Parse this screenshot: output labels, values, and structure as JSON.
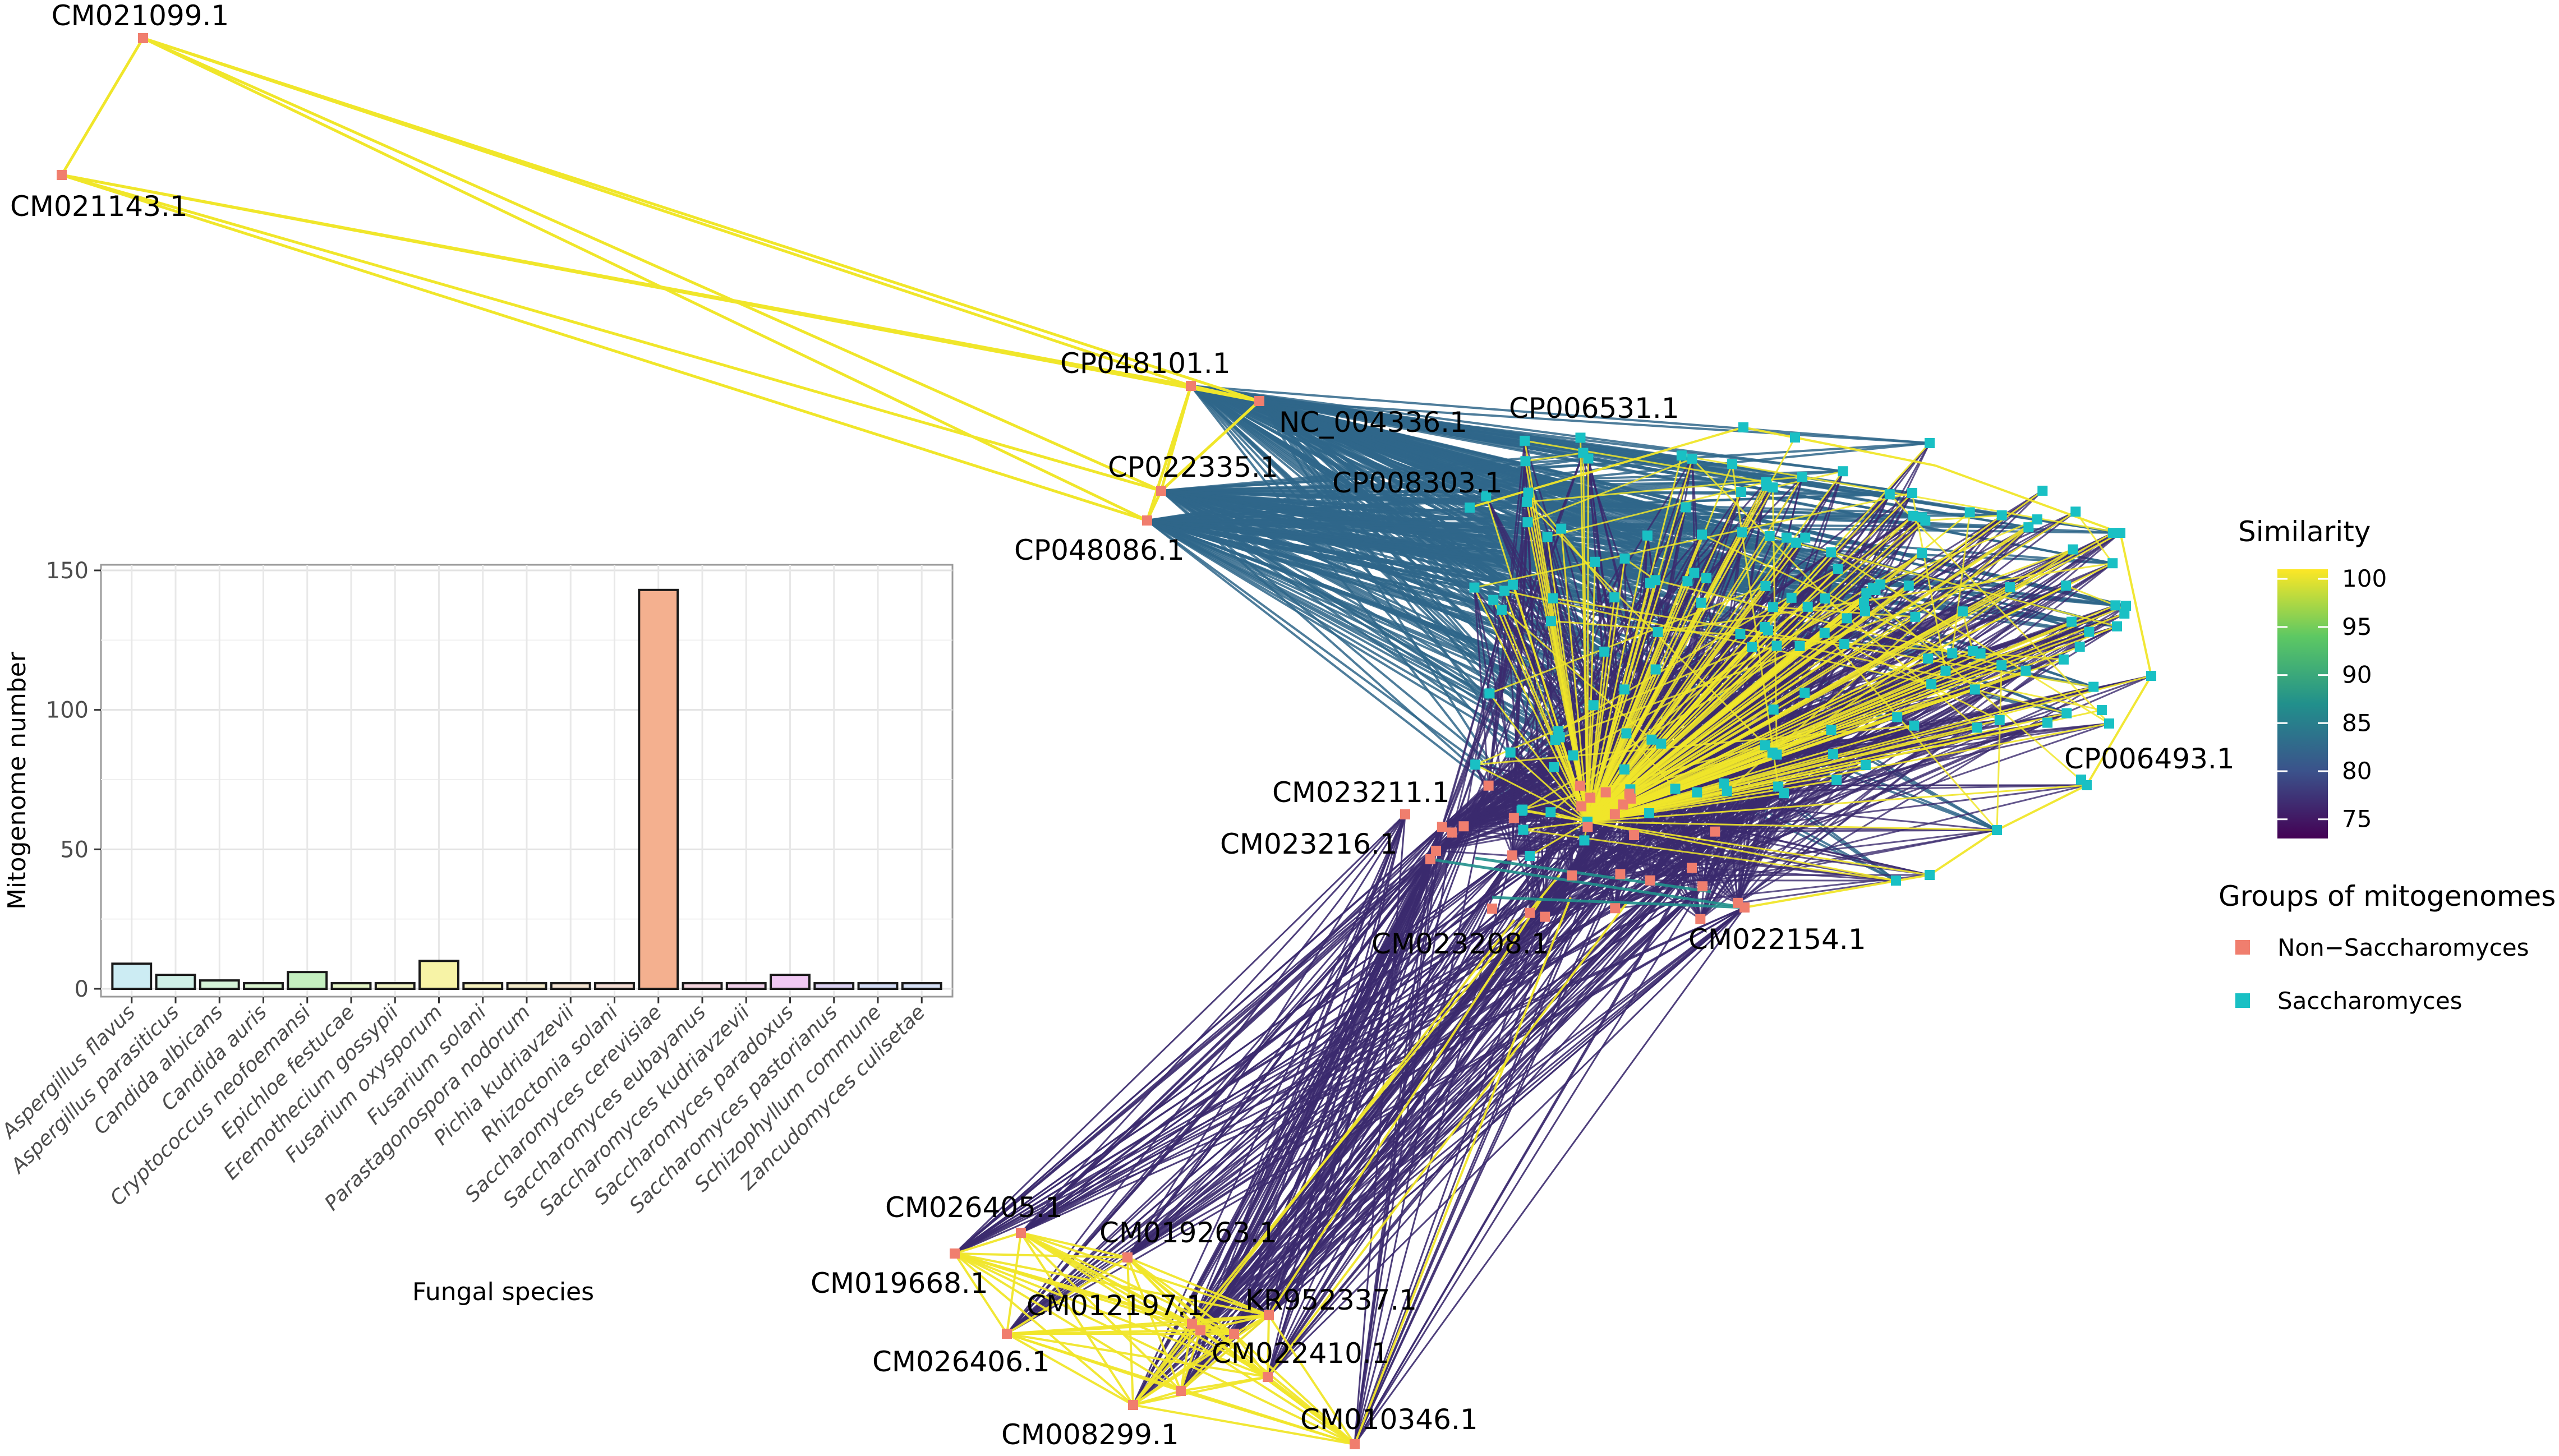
{
  "chart_data": [
    {
      "type": "network",
      "nodes": [
        {
          "id": "CM021099.1",
          "group": "Non-Saccharomyces",
          "labeled": true
        },
        {
          "id": "CM021143.1",
          "group": "Non-Saccharomyces",
          "labeled": true
        },
        {
          "id": "CP048101.1",
          "group": "Non-Saccharomyces",
          "labeled": true
        },
        {
          "id": "NC_004336.1",
          "group": "Non-Saccharomyces",
          "labeled": true
        },
        {
          "id": "CP022335.1",
          "group": "Non-Saccharomyces",
          "labeled": true
        },
        {
          "id": "CP048086.1",
          "group": "Non-Saccharomyces",
          "labeled": true
        },
        {
          "id": "CP006531.1",
          "group": "Saccharomyces",
          "labeled": true
        },
        {
          "id": "CP008303.1",
          "group": "Saccharomyces",
          "labeled": true
        },
        {
          "id": "CP006493.1",
          "group": "Saccharomyces",
          "labeled": true
        },
        {
          "id": "CM023211.1",
          "group": "Non-Saccharomyces",
          "labeled": true
        },
        {
          "id": "CM023216.1",
          "group": "Non-Saccharomyces",
          "labeled": true
        },
        {
          "id": "CM023208.1",
          "group": "Non-Saccharomyces",
          "labeled": true
        },
        {
          "id": "CM022154.1",
          "group": "Non-Saccharomyces",
          "labeled": true
        },
        {
          "id": "CM026405.1",
          "group": "Non-Saccharomyces",
          "labeled": true
        },
        {
          "id": "CM019263.1",
          "group": "Non-Saccharomyces",
          "labeled": true
        },
        {
          "id": "CM019668.1",
          "group": "Non-Saccharomyces",
          "labeled": true
        },
        {
          "id": "CM012197.1",
          "group": "Non-Saccharomyces",
          "labeled": true
        },
        {
          "id": "KR952337.1",
          "group": "Non-Saccharomyces",
          "labeled": true
        },
        {
          "id": "CM022410.1",
          "group": "Non-Saccharomyces",
          "labeled": true
        },
        {
          "id": "CM026406.1",
          "group": "Non-Saccharomyces",
          "labeled": true
        },
        {
          "id": "CM008299.1",
          "group": "Non-Saccharomyces",
          "labeled": true
        },
        {
          "id": "CM010346.1",
          "group": "Non-Saccharomyces",
          "labeled": true
        }
      ],
      "edge_color_scale": {
        "title": "Similarity",
        "min": 73,
        "max": 101,
        "ticks": [
          100,
          95,
          90,
          85,
          80,
          75
        ],
        "tick_labels": [
          "100",
          "95",
          "90",
          "85",
          "80",
          "75"
        ],
        "palette": [
          "#440154",
          "#3b528b",
          "#21908c",
          "#5dc863",
          "#fde725"
        ]
      },
      "group_legend": {
        "title": "Groups of mitogenomes",
        "items": [
          {
            "label": "Non−Saccharomyces",
            "color": "#f07e6e"
          },
          {
            "label": "Saccharomyces",
            "color": "#19c0c4"
          }
        ]
      },
      "edge_colors": {
        "high": "#f0e62a",
        "mid": "#2f6689",
        "low": "#3b2a6e"
      }
    },
    {
      "type": "bar",
      "xlabel": "Fungal species",
      "ylabel": "Mitogenome number",
      "ylim": [
        0,
        150
      ],
      "yticks": [
        0,
        50,
        100,
        150
      ],
      "ytick_labels": [
        "0",
        "50",
        "100",
        "150"
      ],
      "grid": true,
      "categories": [
        "Aspergillus flavus",
        "Aspergillus parasiticus",
        "Candida albicans",
        "Candida auris",
        "Cryptococcus neofoemansi",
        "Epichloe festucae",
        "Eremothecium gossypii",
        "Fusarium oxysporum",
        "Fusarium solani",
        "Parastagonospora nodorum",
        "Pichia kudriavzevii",
        "Rhizoctonia solani",
        "Saccharomyces cerevisiae",
        "Saccharomyces eubayanus",
        "Saccharomyces kudriavzevii",
        "Saccharomyces paradoxus",
        "Saccharomyces pastorianus",
        "Schizophyllum commune",
        "Zancudomyces culisetae"
      ],
      "values": [
        9,
        5,
        3,
        2,
        6,
        2,
        2,
        10,
        2,
        2,
        2,
        2,
        143,
        2,
        2,
        5,
        2,
        2,
        2
      ],
      "colors": [
        "#ccecf3",
        "#cfefe6",
        "#d5f3d8",
        "#d9f3cf",
        "#c4efc0",
        "#e4f4c6",
        "#eff2c2",
        "#f7f3a6",
        "#f5f0be",
        "#f2e9c9",
        "#f3e3d1",
        "#f4ddd4",
        "#f4b08f",
        "#f3d4dc",
        "#efd0e8",
        "#f0c8f3",
        "#dcd3f2",
        "#d4dcf5",
        "#d6e0f5"
      ]
    }
  ]
}
